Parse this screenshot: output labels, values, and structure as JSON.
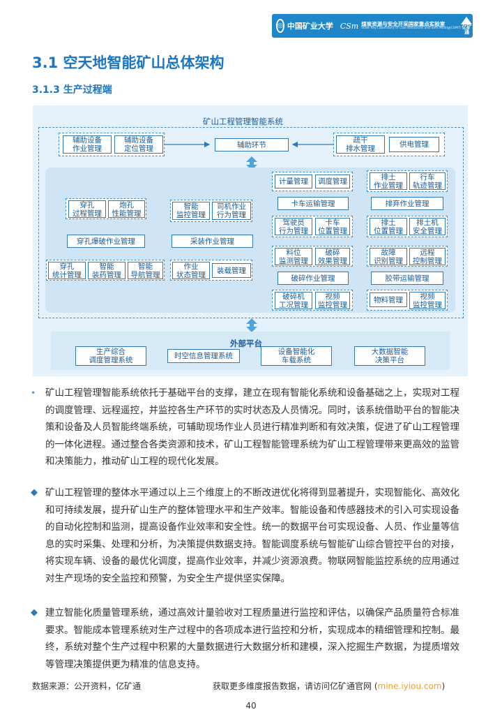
{
  "header": {
    "university": "中国矿业大学",
    "lab_logo": "CSm",
    "lab_name": "煤炭资源与安全开采国家重点实验室",
    "lab_name_en": "State Key Laboratory of Coal Resources and Safe Mining(CUMT)",
    "brand": "亿矿通",
    "brand_color": "#1f87c9"
  },
  "section_title": "3.1 空天地智能矿山总体架构",
  "subsection_title": "3.1.3 生产过程端",
  "diagram": {
    "system_title": "矿山工程管理智能系统",
    "top": {
      "aux_equip": [
        "辅助设备",
        "作业管理"
      ],
      "aux_pos": [
        "辅助设备",
        "定位管理"
      ],
      "aux_link": "辅助环节",
      "drain": [
        "疏干",
        "排水管理"
      ],
      "power": "供电管理"
    },
    "drill": {
      "hole_proc": [
        "穿孔",
        "过程管理"
      ],
      "blast_perf": [
        "炮孔",
        "性能管理"
      ],
      "manage": "穿孔爆破作业管理",
      "hole_stat": [
        "穿孔",
        "统计管理"
      ],
      "smart_charge": [
        "智能",
        "装药管理"
      ],
      "smart_nav": [
        "智能",
        "导航管理"
      ]
    },
    "load": {
      "smart_monitor": [
        "智能",
        "监控管理"
      ],
      "driver_behav": [
        "司机作业",
        "行为管理"
      ],
      "manage": "采装作业管理",
      "work_state": [
        "作业",
        "状态管理"
      ],
      "load_manage": "装载管理"
    },
    "truck": {
      "metering": "计量管理",
      "dispatch": "调度管理",
      "manage": "卡车运输管理",
      "driver": [
        "驾驶员",
        "行为管理"
      ],
      "truck_pos": [
        "卡车",
        "位置管理"
      ]
    },
    "crush": {
      "level": [
        "料位",
        "监测管理"
      ],
      "effect": [
        "破碎",
        "效果管理"
      ],
      "manage": "破碎作业管理",
      "crusher": [
        "破碎机",
        "工况管理"
      ],
      "video": [
        "视频",
        "监控管理"
      ]
    },
    "dump": {
      "dump_work": [
        "排土",
        "作业管理"
      ],
      "track": [
        "行车",
        "轨迹管理"
      ],
      "manage": "排弃作业管理",
      "dump_pos": [
        "排土",
        "位置管理"
      ],
      "dump_safety": [
        "排土机",
        "安全管理"
      ]
    },
    "belt": {
      "fault": [
        "故障",
        "识别管理"
      ],
      "remote": [
        "远程",
        "控制管理"
      ],
      "manage": "胶带运输管理",
      "material": "物料管理",
      "video": [
        "视频",
        "监控管理"
      ]
    },
    "external": {
      "title": "外部平台",
      "items": [
        [
          "生产综合",
          "调度管理系统"
        ],
        [
          "时空信息管理系统"
        ],
        [
          "设备智能化",
          "车载系统"
        ],
        [
          "大数据智能",
          "决策平台"
        ]
      ]
    }
  },
  "paragraphs": [
    {
      "marker": "•",
      "text": "矿山工程管理智能系统依托于基础平台的支撑，建立在现有智能化系统和设备基础之上，实现对工程的调度管理、远程遥控，并监控各生产环节的实时状态及人员情况。同时，该系统借助平台的智能决策和设备及人员智能终端系统，可辅助现场作业人员进行精准判断和有效决策，促进了矿山工程管理的一体化进程。通过整合各类资源和技术，矿山工程智能管理系统为矿山工程管理带来更高效的监管和决策能力，推动矿山工程的现代化发展。"
    },
    {
      "marker": "◆",
      "text": "矿山工程管理的整体水平通过以上三个维度上的不断改进优化将得到显著提升，实现智能化、高效化和可持续发展，提升矿山生产的整体管理水平和生产效率。智能设备和传感器技术的引入可实现设备的自动化控制和监测，提高设备作业效率和安全性。统一的数据平台可实现设备、人员、作业量等信息的实时采集、处理和分析，为决策提供数据支持。智能调度系统与智能矿山综合管控平台的对接，将实现车辆、设备的最优化调度，提高作业效率，并减少资源浪费。物联网智能监控系统的应用通过对生产现场的安全监控和预警，为安全生产提供坚实保障。"
    },
    {
      "marker": "◆",
      "text": "建立智能化质量管理系统，通过高效计量验收对工程质量进行监控和评估，以确保产品质量符合标准要求。智能成本管理系统对生产过程中的各项成本进行监控和分析，实现成本的精细管理和控制。最终，系统对整个生产过程中积累的大量数据进行大数据分析和建模，深入挖掘生产数据，为提质增效等管理决策提供更为精准的信息支持。"
    }
  ],
  "footer": {
    "source": "数据来源：公开资料，亿矿通",
    "visit_text": "获取更多维度报告数据，请访问亿矿通官网 (",
    "url": "mine.iyiou.com",
    "close": ")",
    "page": "40"
  }
}
